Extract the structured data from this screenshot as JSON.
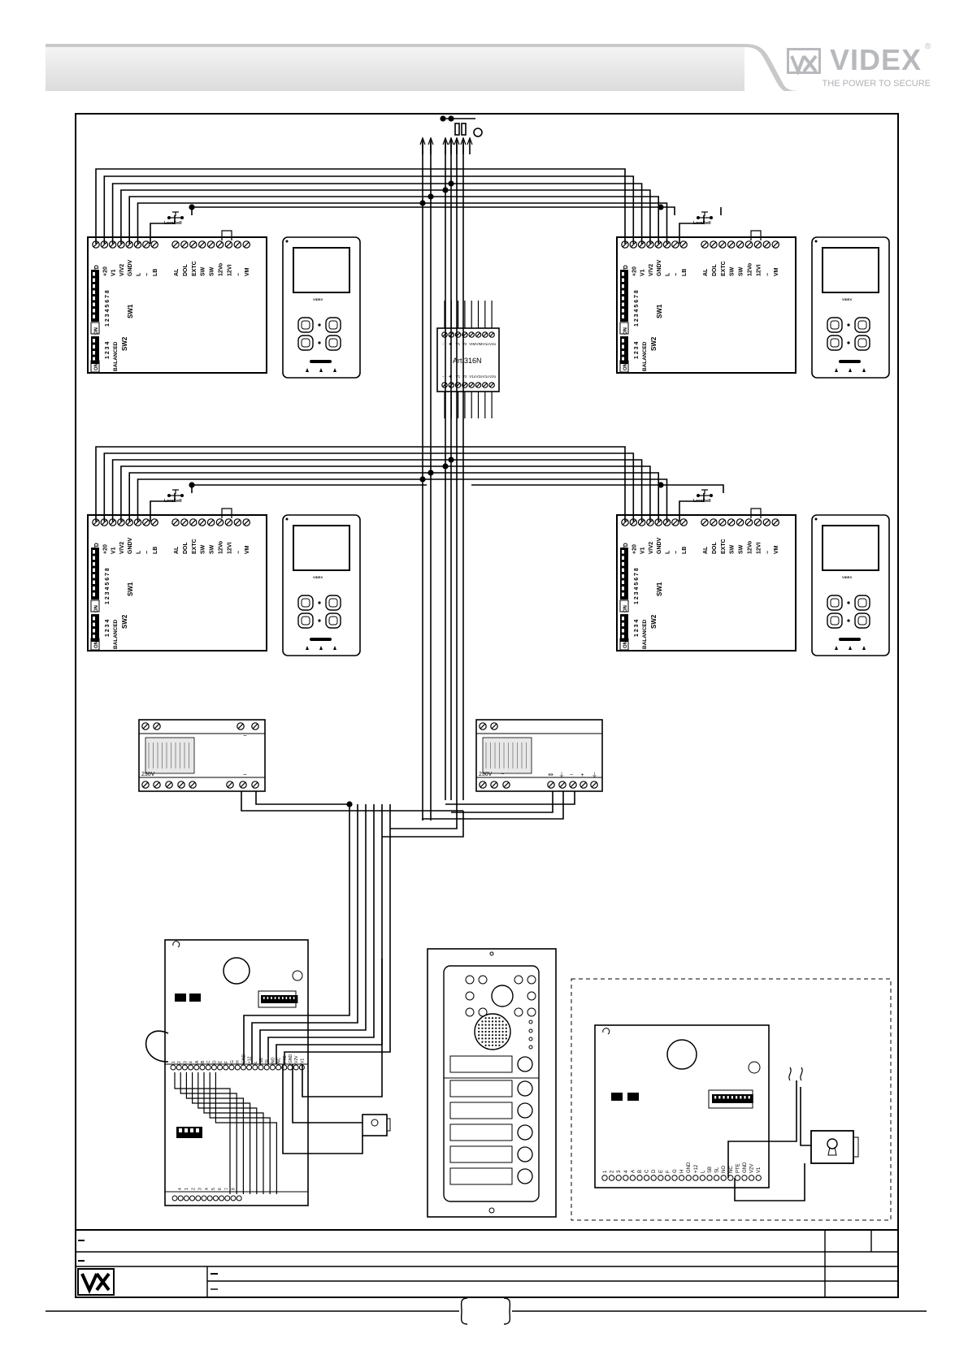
{
  "header": {
    "brand": "VIDEX",
    "registered": "®",
    "tagline": "THE POWER TO SECURE"
  },
  "diagram": {
    "mains_label": "230V",
    "distributor_label": "Art.316N",
    "distributor_top_pins": [
      "−",
      "✚",
      "V1",
      "V2",
      "VIM",
      "VIM",
      "V1o",
      "V2o"
    ],
    "distributor_bottom_pins": [
      "−",
      "✚",
      "V1",
      "V2",
      "V1o",
      "V2o",
      "V1o",
      "V2o"
    ],
    "monitor": {
      "left_terminals": [
        "+VD",
        "+20",
        "V1",
        "V/V2",
        "GNDV",
        "L",
        "−",
        "LB"
      ],
      "right_terminals": [
        "AL",
        "DOL",
        "EXTC",
        "SW",
        "SW",
        "12Vo",
        "12VI",
        "−",
        "VM"
      ],
      "sw1": "SW1",
      "sw2": "SW2",
      "on": "ON",
      "balanced": "BALANCED",
      "sw1_numbers": "1 2 3 4 5 6 7 8",
      "sw2_numbers": "1 2 3 4",
      "localbell": "Localbell",
      "brand_small": "VIDEX"
    },
    "psu_left": {
      "mains": "230V",
      "minus": "−"
    },
    "psu_right": {
      "mains": "230V",
      "ac": "~",
      "terms": [
        "⏛",
        "⏚",
        "−",
        "+",
        "⏚"
      ]
    },
    "amp_bottom_terms": [
      "1",
      "2",
      "3",
      "4",
      "A",
      "B",
      "C",
      "D",
      "E",
      "F",
      "G",
      "H",
      "GND",
      "+12",
      "L",
      "SB",
      "SL",
      "NO",
      "NC",
      "PTE",
      "GND",
      "V2V",
      "V1"
    ],
    "wire_bottom_labels": [
      "4",
      "1",
      "2",
      "3",
      "4",
      "5",
      "6",
      "7",
      "8"
    ]
  }
}
